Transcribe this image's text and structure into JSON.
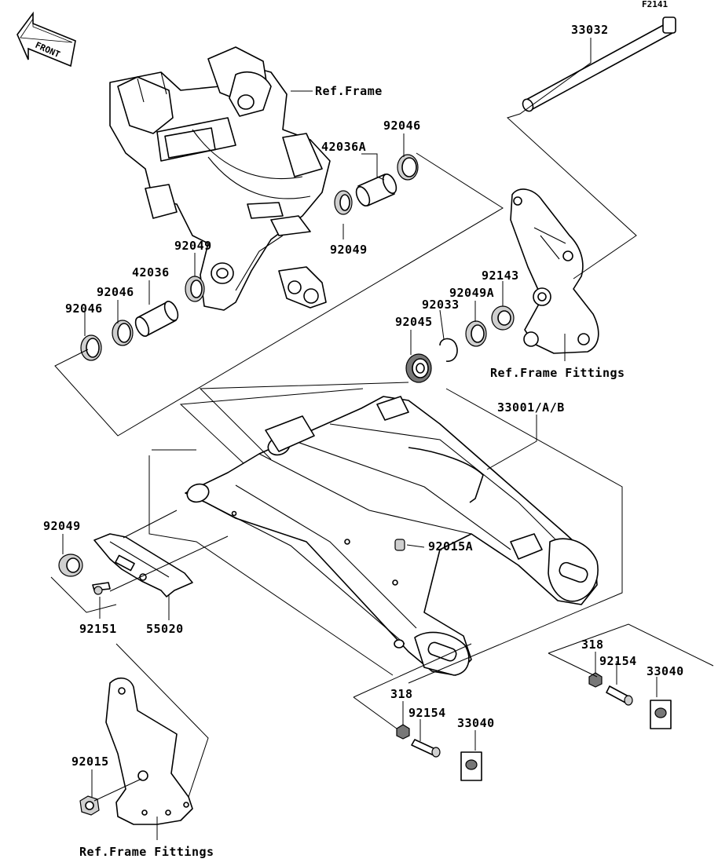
{
  "figure_code": "F2141",
  "front_marker": "FRONT",
  "callouts": {
    "ref_frame": "Ref.Frame",
    "ref_frame_fittings_right": "Ref.Frame Fittings",
    "ref_frame_fittings_bottom": "Ref.Frame Fittings",
    "swingarm": "33001/A/B",
    "pivot_shaft": "33032",
    "collar_right": "42036A",
    "bearing_right_top": "92046",
    "seal_right_top": "92049",
    "seal_left_upper": "92049",
    "collar_left": "42036",
    "bearing_left_inner": "92046",
    "bearing_left_outer": "92046",
    "seal_bracket_side": "92049A",
    "bushing_bracket": "92143",
    "circlip": "92033",
    "ball_bearing": "92045",
    "grease_nipple": "92015A",
    "seal_guard": "92049",
    "guard": "55020",
    "guard_bolt": "92151",
    "nut_right": "318",
    "bolt_right": "92154",
    "block_right": "33040",
    "nut_center": "318",
    "bolt_center": "92154",
    "block_center": "33040",
    "bracket_nut": "92015"
  }
}
